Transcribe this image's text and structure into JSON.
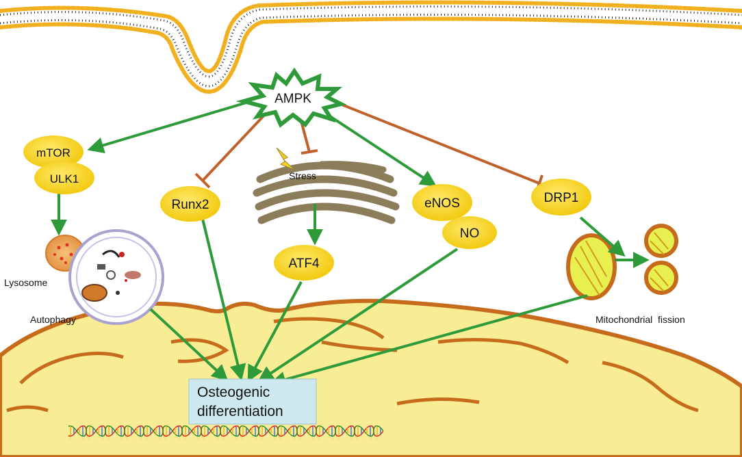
{
  "labels": {
    "ampk": "AMPK",
    "mtor": "mTOR",
    "ulk1": "ULK1",
    "runx2": "Runx2",
    "stress": "Stress",
    "atf4": "ATF4",
    "enos": "eNOS",
    "no": "NO",
    "drp1": "DRP1",
    "lysosome": "Lysosome",
    "autophagy": "Autophagy",
    "mito_fission": "Mitochondrial  fission",
    "osteo_line1": "Osteogenic",
    "osteo_line2": "differentiation"
  },
  "colors": {
    "activation_arrow": "#2e9a3a",
    "inhibition_line": "#c0612b",
    "node_fill": "#f3d31a",
    "membrane_head": "#f0b020",
    "nucleus_fill": "#f8ec95",
    "nucleus_edge": "#c66a1c",
    "er_fill": "#8b7d5a",
    "osteo_box": "#cde8ee"
  }
}
